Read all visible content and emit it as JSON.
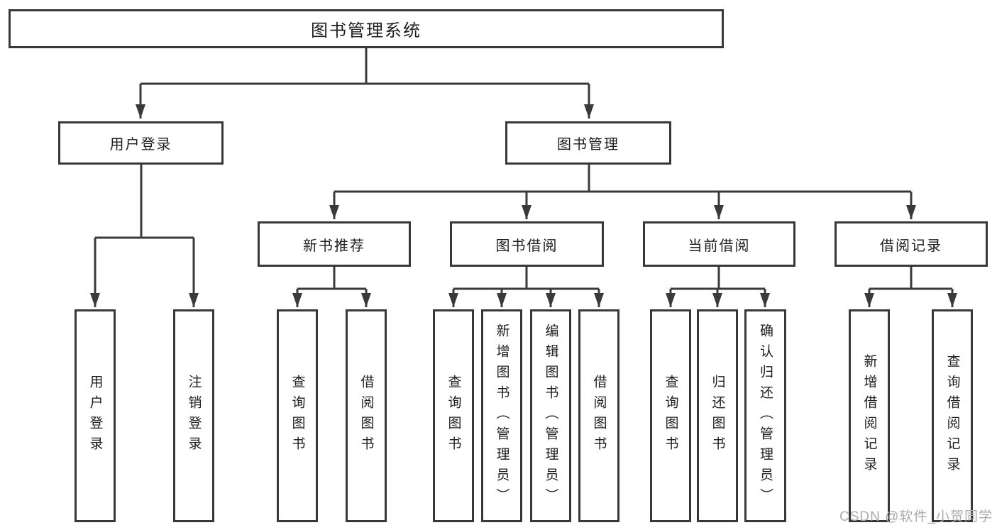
{
  "tree": {
    "root": {
      "label": "图书管理系统"
    },
    "branches": [
      {
        "label": "用户登录",
        "children": [
          {
            "label": "用户登录"
          },
          {
            "label": "注销登录"
          }
        ]
      },
      {
        "label": "图书管理",
        "children": [
          {
            "label": "新书推荐",
            "children": [
              {
                "label": "查询图书"
              },
              {
                "label": "借阅图书"
              }
            ]
          },
          {
            "label": "图书借阅",
            "children": [
              {
                "label": "查询图书"
              },
              {
                "label": "新增图书（管理员）"
              },
              {
                "label": "编辑图书（管理员）"
              },
              {
                "label": "借阅图书"
              }
            ]
          },
          {
            "label": "当前借阅",
            "children": [
              {
                "label": "查询图书"
              },
              {
                "label": "归还图书"
              },
              {
                "label": "确认归还（管理员）"
              }
            ]
          },
          {
            "label": "借阅记录",
            "children": [
              {
                "label": "新增借阅记录"
              },
              {
                "label": "查询借阅记录"
              }
            ]
          }
        ]
      }
    ]
  },
  "watermark": {
    "text": "CSDN @软件_小贺同学"
  },
  "colors": {
    "line": "#3a3a3a",
    "box_border": "#383838",
    "text": "#1e1e1e",
    "watermark": "#ababab",
    "background": "#ffffff"
  }
}
